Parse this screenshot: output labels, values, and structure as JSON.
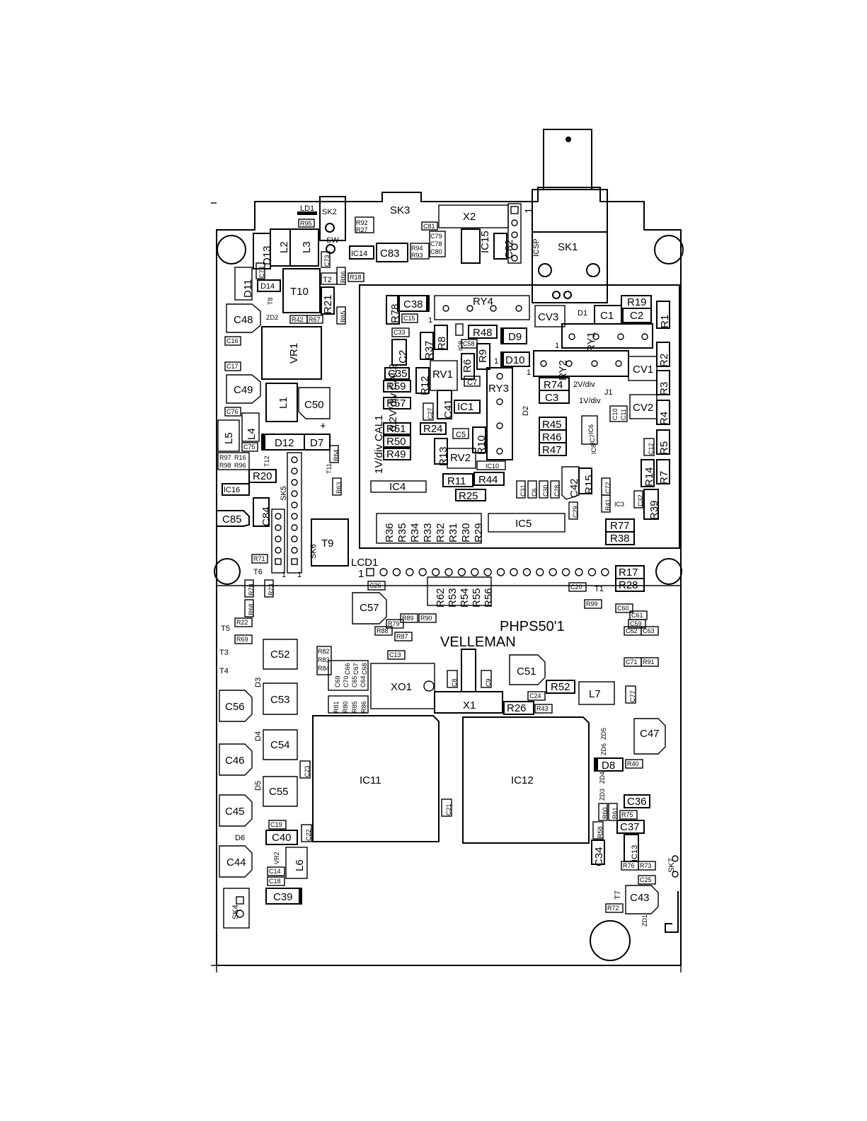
{
  "board": {
    "brand": "VELLEMAN",
    "model": "PHPS50'1"
  },
  "labels": {
    "sk3": "SK3",
    "x2": "X2",
    "sk2": "SK2",
    "ld1": "LD1",
    "sw": "SW",
    "sk1": "SK1",
    "icsp": "ICSP",
    "one_a": "1",
    "ic15": "IC15",
    "c82": "C82",
    "c83": "C83",
    "ic14": "IC14",
    "d13": "D13",
    "l2": "L2",
    "l3": "L3",
    "d11": "D11",
    "d14": "D14",
    "t10": "T10",
    "t8": "T8",
    "zd2": "ZD2",
    "c48": "C48",
    "c16": "C16",
    "vr1": "VR1",
    "c17": "C17",
    "c49": "C49",
    "l1": "L1",
    "c50": "C50",
    "c76": "C76",
    "l5": "L5",
    "l4": "L4",
    "c75": "C75",
    "d12": "D12",
    "d7": "D7",
    "r97": "R97",
    "r16": "R16",
    "r98": "R98",
    "r96": "R96",
    "t12": "T12",
    "r20": "R20",
    "ic16": "IC16",
    "c85": "C85",
    "c84": "C84",
    "sk5": "SK5",
    "sk6": "SK6",
    "t9": "T9",
    "t11": "T11",
    "r64": "R64",
    "r63": "R63",
    "cal2": "0.2V/div CAL2",
    "cal1": "1V/div CAL1",
    "r78": "R78",
    "c38": "C38",
    "c15": "C15",
    "ry4": "RY4",
    "cv3": "CV3",
    "d1": "D1",
    "c1": "C1",
    "r19": "R19",
    "c2": "C2",
    "r1": "R1",
    "c33": "C33",
    "ic2": "IC2",
    "r37": "R37",
    "r8": "R8",
    "ic9": "IC9",
    "c58": "C58",
    "r48": "R48",
    "d9": "D9",
    "ry1": "RY1",
    "r2": "R2",
    "c35": "C35",
    "r12": "R12",
    "rv1": "RV1",
    "r6": "R6",
    "r9": "R9",
    "d10": "D10",
    "ry2": "RY2",
    "cv1": "CV1",
    "r59": "R59",
    "c7": "C7",
    "ry3": "RY3",
    "r74": "R74",
    "div2": "2V/div",
    "j1": "J1",
    "r3": "R3",
    "r57": "R57",
    "c27": "C27",
    "c41": "C41",
    "ic1": "IC1",
    "c3": "C3",
    "div1": "1V/div",
    "d2": "D2",
    "cv2": "CV2",
    "c10": "C10",
    "c11": "C11",
    "r4": "R4",
    "r51": "R51",
    "r24": "R24",
    "c5": "C5",
    "r45": "R45",
    "ic6": "IC6",
    "ic7": "IC7",
    "ic8": "IC8",
    "r50": "R50",
    "r13": "R13",
    "r10": "R10",
    "r46": "R46",
    "c12": "C12",
    "r5": "R5",
    "r49": "R49",
    "rv2": "RV2",
    "r47": "R47",
    "ic10": "IC10",
    "r14": "R14",
    "r7": "R7",
    "r11": "R11",
    "r44": "R44",
    "c42": "C42",
    "r15": "R15",
    "ic4": "IC4",
    "c31": "C31",
    "c6": "C6",
    "c30": "C30",
    "c28": "C28",
    "c72": "C72",
    "r25": "R25",
    "r41": "R41",
    "ic3": "IC3",
    "c32": "C32",
    "r39": "R39",
    "c29": "C29",
    "r36": "R36",
    "r35": "R35",
    "r34": "R34",
    "r33": "R33",
    "r32": "R32",
    "r31": "R31",
    "r30": "R30",
    "r29": "R29",
    "ic5": "IC5",
    "r77": "R77",
    "r38": "R38",
    "lcd1": "LCD1",
    "r71": "R71",
    "t6": "T6",
    "r70": "R70",
    "r23": "R23",
    "c26": "C26",
    "r62": "R62",
    "r53": "R53",
    "r54": "R54",
    "r55": "R55",
    "r56": "R56",
    "c20": "C20",
    "t1": "T1",
    "r17": "R17",
    "r28": "R28",
    "c57": "C57",
    "r99": "R99",
    "c60": "C60",
    "r68": "R68",
    "r89": "R89",
    "r90": "R90",
    "c61": "C61",
    "r22": "R22",
    "r79": "R79",
    "r88": "R88",
    "r87": "R87",
    "c59": "C59",
    "c62": "C62",
    "c63": "C63",
    "t5": "T5",
    "r69": "R69",
    "c52": "C52",
    "r82": "R82",
    "r83": "R83",
    "r84": "R84",
    "c13": "C13",
    "c71": "C71",
    "r91": "R91",
    "t3": "T3",
    "t4": "T4",
    "c69": "C69",
    "c70": "C70",
    "c66": "C66",
    "c65": "C65",
    "c67": "C67",
    "c64": "C64",
    "c68": "C68",
    "c8": "C8",
    "c9": "C9",
    "c51": "C51",
    "d3": "D3",
    "xo1": "XO1",
    "r52": "R52",
    "l7": "L7",
    "c56": "C56",
    "c53": "C53",
    "r81": "R81",
    "r80": "R80",
    "r85": "R85",
    "r86": "R86",
    "x1": "X1",
    "r26": "R26",
    "c24": "C24",
    "r43": "R43",
    "c77": "C77",
    "c47": "C47",
    "zd5": "ZD5",
    "d4": "D4",
    "zd6": "ZD6",
    "c54": "C54",
    "c46": "C46",
    "d8": "D8",
    "r40": "R40",
    "ic11": "IC11",
    "ic12": "IC12",
    "zd3": "ZD3",
    "zd4": "ZD4",
    "c23": "C23",
    "d5": "D5",
    "c55": "C55",
    "c45": "C45",
    "c21": "C21",
    "r60": "R60",
    "r61": "R61",
    "c36": "C36",
    "r75": "R75",
    "c19": "C19",
    "r58": "R58",
    "c37": "C37",
    "d6": "D6",
    "c40": "C40",
    "c22": "C22",
    "c34": "C34",
    "ic13": "IC13",
    "vr2": "VR2",
    "l6": "L6",
    "c44": "C44",
    "r76": "R76",
    "r73": "R73",
    "sk7": "SK7",
    "c14": "C14",
    "c18": "C18",
    "c25": "C25",
    "c39": "C39",
    "t7": "T7",
    "c43": "C43",
    "sk4": "SK4",
    "r72": "R72",
    "zd1": "ZD1",
    "r95": "R95",
    "r92": "R92",
    "r27": "R27",
    "c81": "C81",
    "c79": "C79",
    "c78": "C78",
    "c80": "C80",
    "r94": "R94",
    "r93": "R93",
    "c73": "C73",
    "c74": "C74",
    "t2": "T2",
    "r66": "R66",
    "r18": "R18",
    "r21": "R21",
    "r42": "R42",
    "r67": "R67",
    "r65": "R65",
    "one": "1",
    "plus": "+",
    "minus": "-"
  }
}
